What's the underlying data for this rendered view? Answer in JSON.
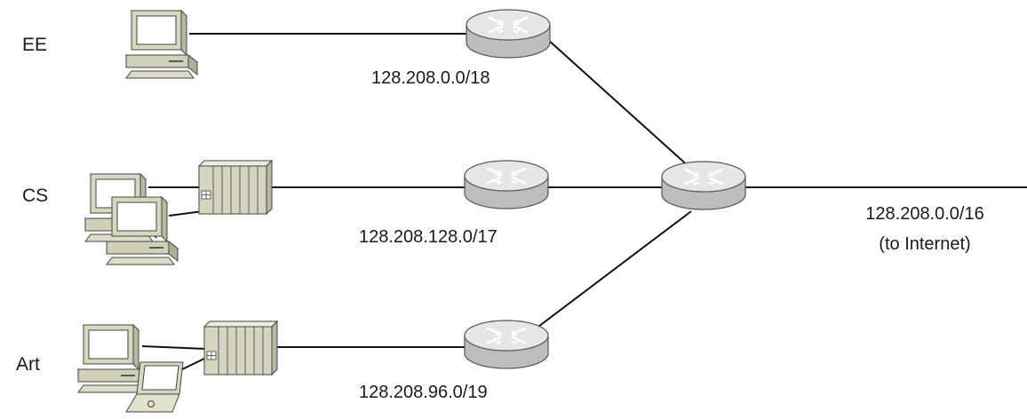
{
  "departments": {
    "ee": "EE",
    "cs": "CS",
    "art": "Art"
  },
  "subnets": {
    "ee": "128.208.0.0/18",
    "cs": "128.208.128.0/17",
    "art": "128.208.96.0/19"
  },
  "uplink": {
    "prefix": "128.208.0.0/16",
    "note": "(to Internet)"
  },
  "icons": [
    "desktop-computer-icon",
    "laptop-icon",
    "switch-icon",
    "router-icon"
  ],
  "colors": {
    "line": "#111111",
    "router_body": "#c2c2c2",
    "router_top": "#e4e4e4",
    "computer_body": "#d8d8c0",
    "switch_body": "#d6d6c0"
  }
}
